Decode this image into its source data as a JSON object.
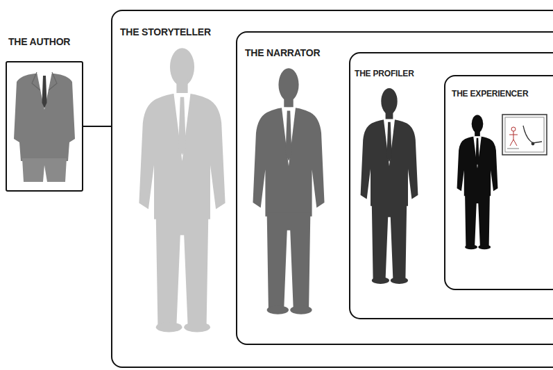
{
  "diagram": {
    "nodes": [
      {
        "text": [
          "THE AUTHOR"
        ]
      },
      {
        "text": [
          "THE STORYTELLER"
        ]
      },
      {
        "text": [
          "THE NARRATOR"
        ],
        "in": 1
      },
      {
        "text": [
          "THE PROFILER"
        ],
        "in": 2
      },
      {
        "text": [
          "THE EXPERIENCER"
        ],
        "in": 3
      }
    ],
    "edges": [
      {
        "from": 0,
        "to": 1,
        "arrow": "none"
      }
    ]
  }
}
